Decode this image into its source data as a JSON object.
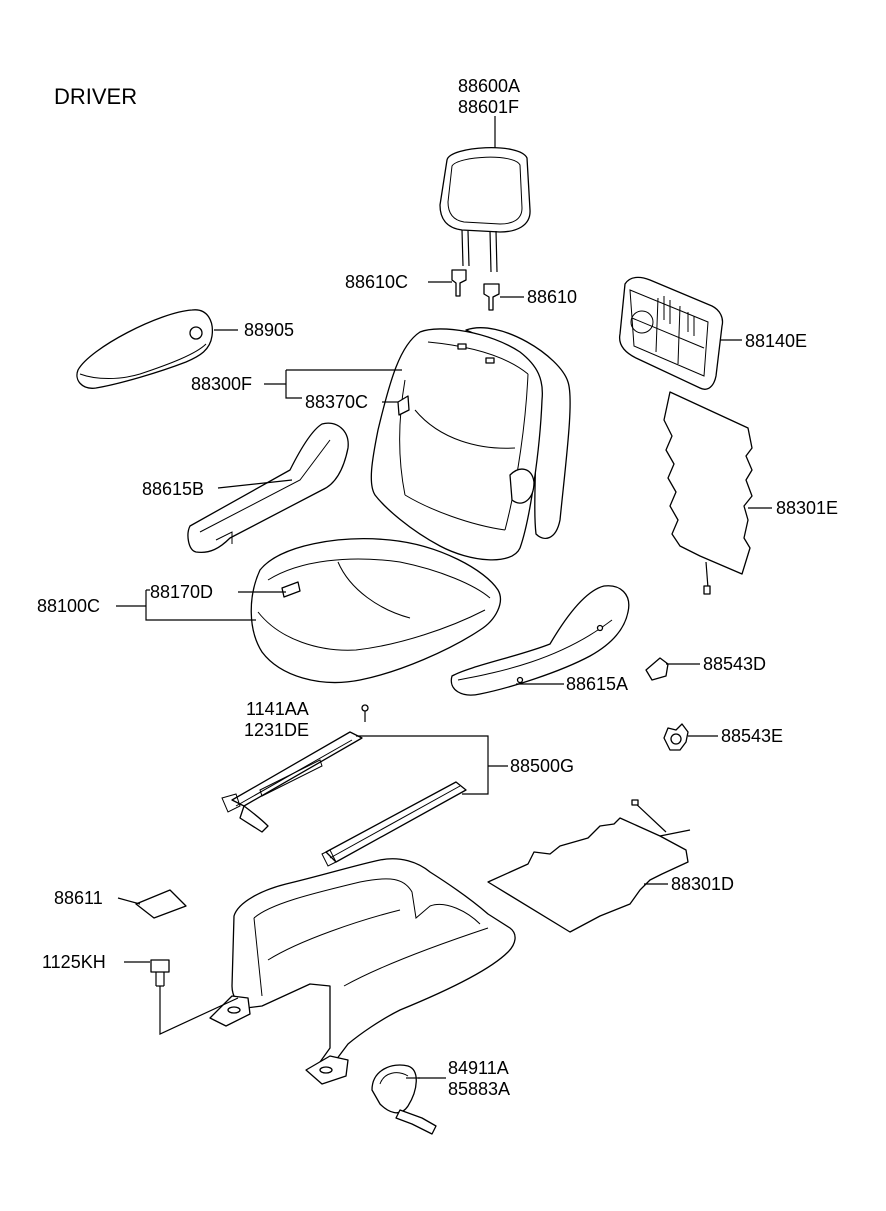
{
  "title": "DRIVER",
  "parts": {
    "p88600A": "88600A",
    "p88601F": "88601F",
    "p88610C": "88610C",
    "p88610": "88610",
    "p88905": "88905",
    "p88140E": "88140E",
    "p88300F": "88300F",
    "p88370C": "88370C",
    "p88615B": "88615B",
    "p88301E": "88301E",
    "p88170D": "88170D",
    "p88100C": "88100C",
    "p88543D": "88543D",
    "p88615A": "88615A",
    "p1141AA": "1141AA",
    "p1231DE": "1231DE",
    "p88543E": "88543E",
    "p88500G": "88500G",
    "p88611": "88611",
    "p88301D": "88301D",
    "p1125KH": "1125KH",
    "p84911A": "84911A",
    "p85883A": "85883A"
  }
}
